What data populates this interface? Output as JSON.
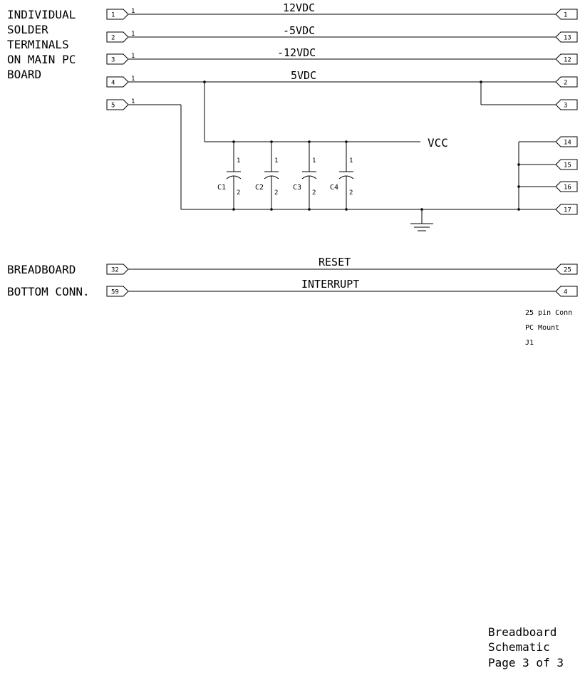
{
  "left_label": [
    "INDIVIDUAL",
    "SOLDER",
    "TERMINALS",
    "ON MAIN PC",
    "BOARD"
  ],
  "left_label2": [
    "BREADBOARD",
    "BOTTOM CONN."
  ],
  "pin_one": "1",
  "nets": [
    {
      "name": "12VDC",
      "from": "1",
      "to": "1"
    },
    {
      "name": "-5VDC",
      "from": "2",
      "to": "13"
    },
    {
      "name": "-12VDC",
      "from": "3",
      "to": "12"
    },
    {
      "name": "5VDC",
      "from": "4",
      "to": "2"
    }
  ],
  "extra_5v_pin": "3",
  "gnd_source_pin": "5",
  "vcc_label": "VCC",
  "capacitors": [
    {
      "ref": "C1",
      "p1": "1",
      "p2": "2"
    },
    {
      "ref": "C2",
      "p1": "1",
      "p2": "2"
    },
    {
      "ref": "C3",
      "p1": "1",
      "p2": "2"
    },
    {
      "ref": "C4",
      "p1": "1",
      "p2": "2"
    }
  ],
  "ground_pins": [
    "14",
    "15",
    "16",
    "17"
  ],
  "bottom_nets": [
    {
      "name": "RESET",
      "from": "32",
      "to": "25"
    },
    {
      "name": "INTERRUPT",
      "from": "59",
      "to": "4"
    }
  ],
  "connector_info": [
    "25 pin Conn",
    "PC Mount",
    "J1"
  ],
  "title_block": [
    "Breadboard",
    "Schematic",
    "Page 3 of 3"
  ]
}
